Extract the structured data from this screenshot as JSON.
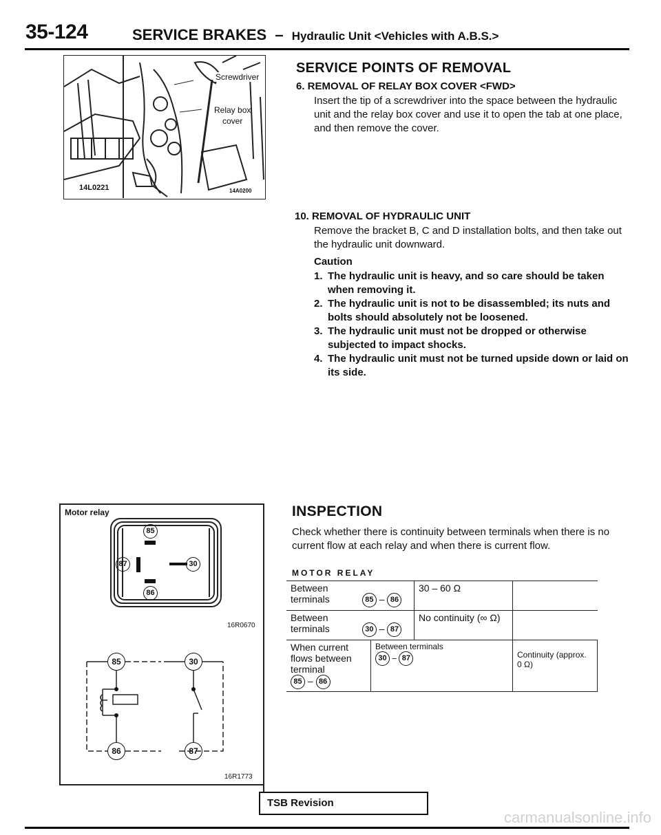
{
  "header": {
    "page_number": "35-124",
    "title": "SERVICE BRAKES",
    "dash": "–",
    "subtitle": "Hydraulic Unit <Vehicles with A.B.S.>"
  },
  "figure_top": {
    "label_screwdriver": "Screwdriver",
    "label_relay_box": "Relay box",
    "label_cover": "cover",
    "code_left": "14L0221",
    "code_right": "14A0200"
  },
  "removal": {
    "heading": "SERVICE POINTS OF REMOVAL",
    "step6_title": "6. REMOVAL OF RELAY BOX COVER <FWD>",
    "step6_text": "Insert the tip of a screwdriver into the space between the hydraulic unit and the relay box cover and use it to open the tab at one place, and then remove the cover.",
    "step10_title": "10. REMOVAL OF HYDRAULIC UNIT",
    "step10_text": "Remove the bracket B, C and D installation bolts, and then take out the hydraulic unit downward.",
    "caution_label": "Caution",
    "cautions": [
      {
        "num": "1.",
        "text": "The hydraulic unit is heavy, and so care should be taken when removing it."
      },
      {
        "num": "2.",
        "text": "The hydraulic unit is not to be disassembled; its nuts and bolts should absolutely not be loosened."
      },
      {
        "num": "3.",
        "text": "The hydraulic unit must not be dropped or otherwise subjected to impact shocks."
      },
      {
        "num": "4.",
        "text": "The hydraulic unit must not be turned upside down or laid on its side."
      }
    ]
  },
  "figure_relay": {
    "title": "Motor relay",
    "code1": "16R0670",
    "code2": "16R1773",
    "terminals": [
      "85",
      "87",
      "30",
      "86"
    ]
  },
  "inspection": {
    "heading": "INSPECTION",
    "text": "Check whether there is continuity between terminals when there is no current flow at each relay and when there is current flow.",
    "table_title": "MOTOR RELAY",
    "rows": [
      {
        "condition": "",
        "terminals_label": "Between terminals",
        "t1": "85",
        "t2": "86",
        "result": "30 – 60 Ω"
      },
      {
        "condition": "",
        "terminals_label": "Between terminals",
        "t1": "30",
        "t2": "87",
        "result": "No continuity (∞ Ω)"
      },
      {
        "condition_text": "When current flows between terminal",
        "c1": "85",
        "c2": "86",
        "terminals_label": "Between terminals",
        "t1": "30",
        "t2": "87",
        "result": "Continuity (approx. 0 Ω)"
      }
    ]
  },
  "footer": {
    "revision": "TSB Revision",
    "watermark": "carmanualsonline.info"
  }
}
